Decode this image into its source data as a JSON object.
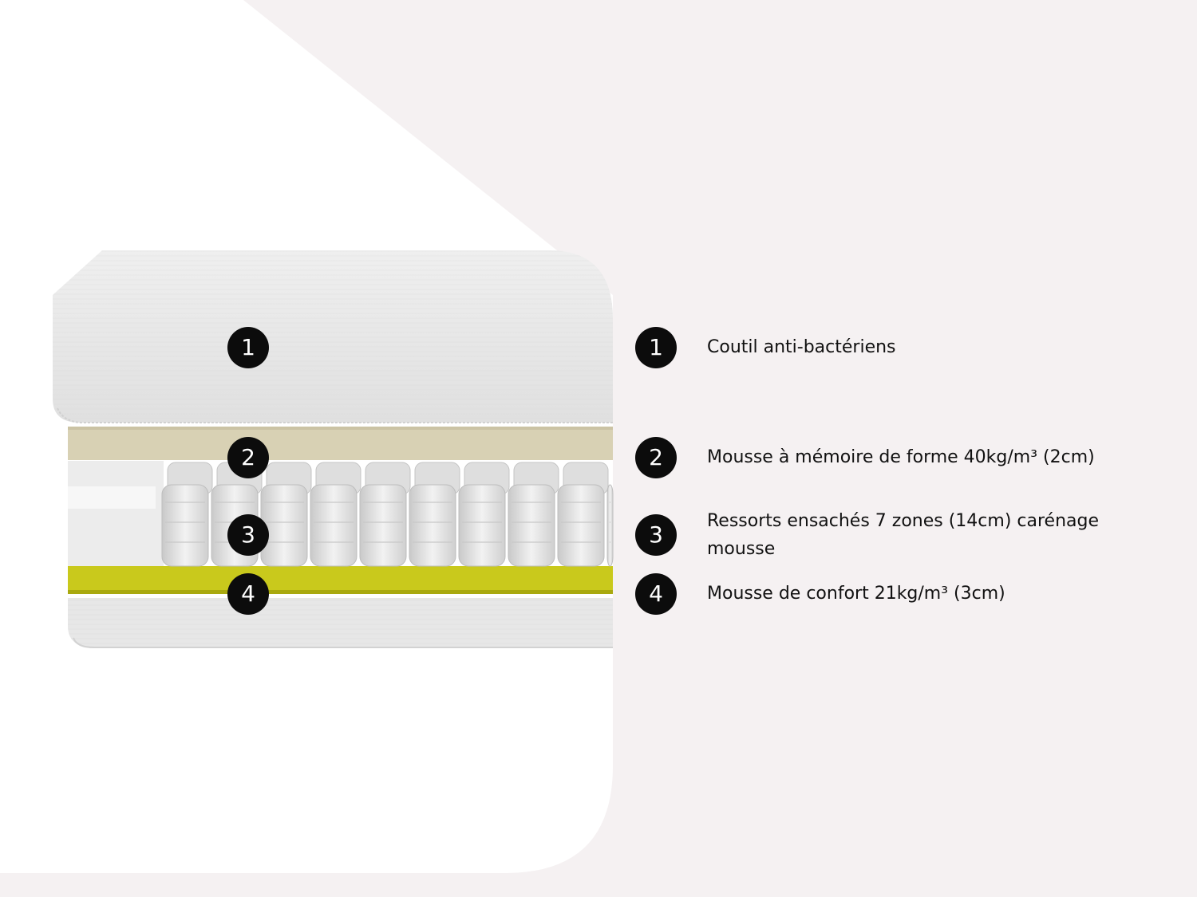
{
  "colors": {
    "background": "#f5f1f2",
    "panel": "#ffffff",
    "badge": "#0c0c0c",
    "badge_text": "#ffffff",
    "memory_foam": "#d8d1b4",
    "comfort_foam": "#c9c91c"
  },
  "layers": [
    {
      "number": "1",
      "label": "Coutil anti-bactériens"
    },
    {
      "number": "2",
      "label": "Mousse à mémoire de forme 40kg/m³ (2cm)"
    },
    {
      "number": "3",
      "label": "Ressorts ensachés 7 zones (14cm) carénage mousse"
    },
    {
      "number": "4",
      "label": "Mousse de confort 21kg/m³ (3cm)"
    }
  ]
}
